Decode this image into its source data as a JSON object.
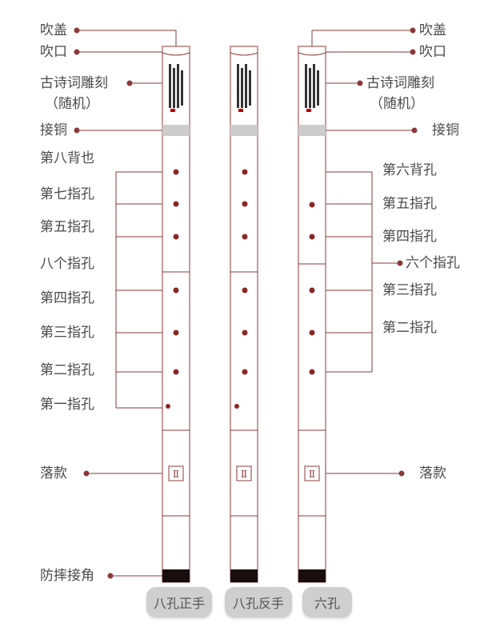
{
  "colors": {
    "line": "#8b3a3a",
    "dot": "#8b2727",
    "text": "#4a4a4a",
    "band": "#cccccc",
    "cap": "#1a0d0d",
    "tab_bg": "#cfcfcf"
  },
  "left_labels": {
    "chuigai": "吹盖",
    "chuikou": "吹口",
    "poem_1": "古诗词雕刻",
    "poem_2": "（随机）",
    "jietong": "接铜",
    "hole_8": "第八背也",
    "hole_7": "第七指孔",
    "hole_5": "第五指孔",
    "eight_holes": "八个指孔",
    "hole_4": "第四指孔",
    "hole_3": "第三指孔",
    "hole_2": "第二指孔",
    "hole_1": "第一指孔",
    "luokuan": "落款",
    "fangshuai": "防摔接角"
  },
  "right_labels": {
    "chuigai": "吹盖",
    "chuikou": "吹口",
    "poem_1": "古诗词雕刻",
    "poem_2": "（随机）",
    "jietong": "接铜",
    "hole_6": "第六背孔",
    "hole_5": "第五指孔",
    "hole_4": "第四指孔",
    "six_holes": "六个指孔",
    "hole_3": "第三指孔",
    "hole_2": "第二指孔",
    "luokuan": "落款"
  },
  "seal_glyph": "Ⅱ",
  "tabs": [
    "八孔正手",
    "八孔反手",
    "六孔"
  ]
}
